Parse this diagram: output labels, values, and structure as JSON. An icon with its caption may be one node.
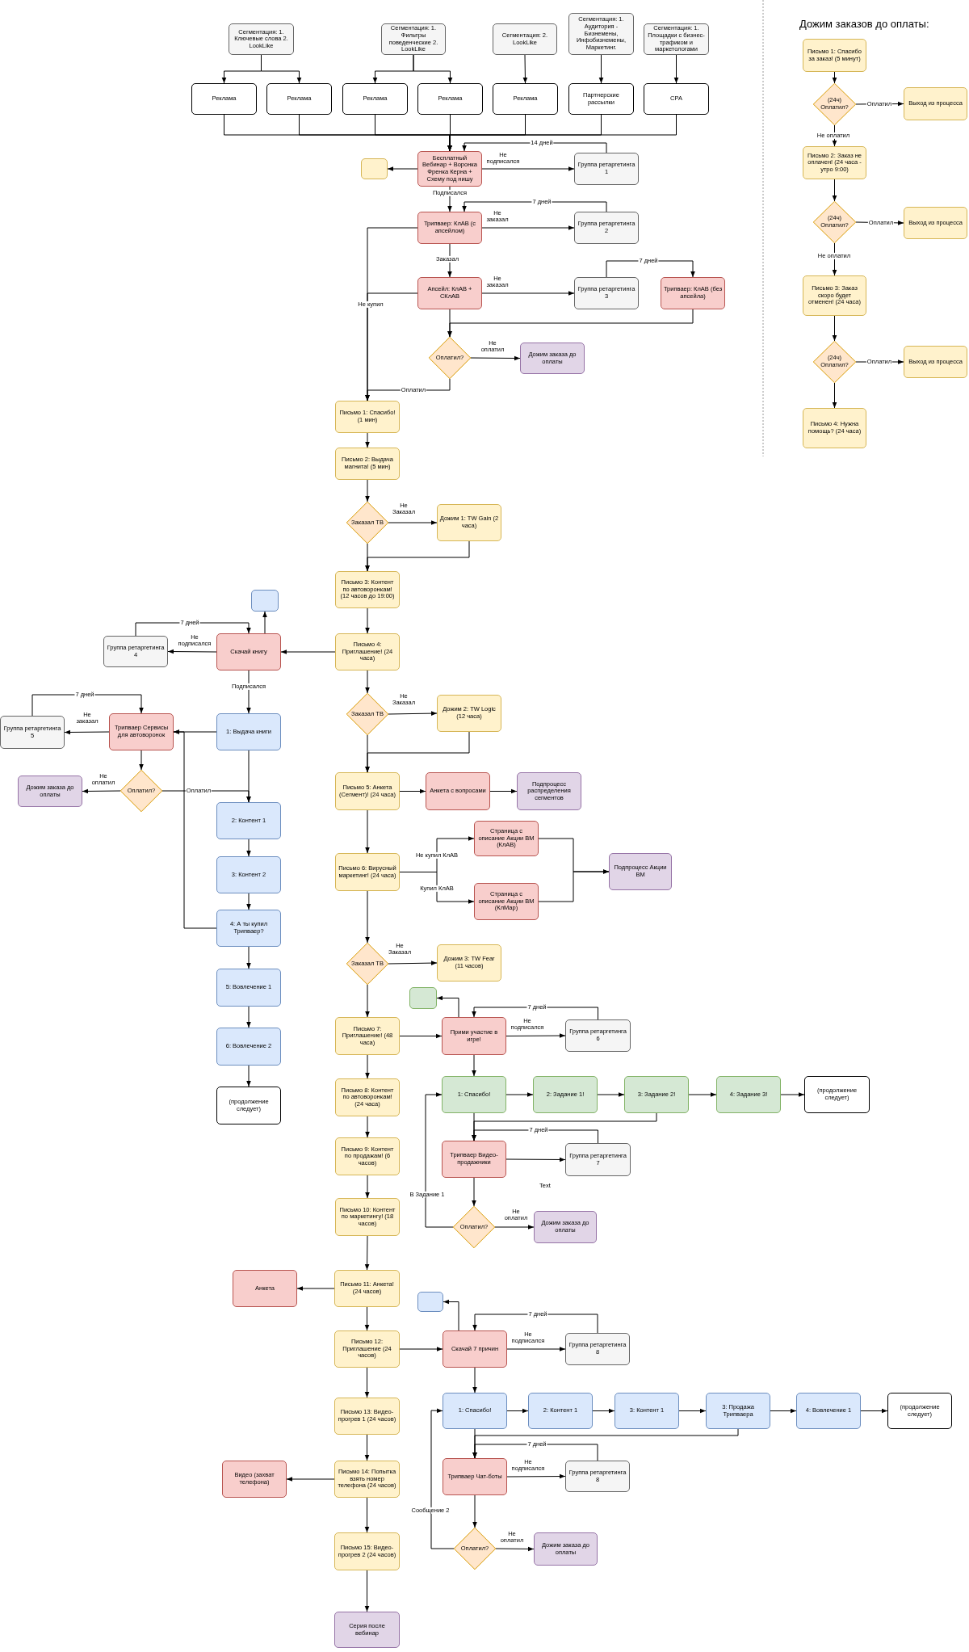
{
  "diagram": {
    "nodes": [
      {
        "text": [
          "Сегментация: 1. Ключевые слова 2. LookLike"
        ]
      },
      {
        "text": [
          "Сегментация: 1. Фильтры поведенческие 2. LookLike"
        ]
      },
      {
        "text": [
          "Сегментация: 2. LookLike"
        ]
      },
      {
        "text": [
          "Сегментация: 1. Аудитория - Бизнемены, Инфобизнемены, Маркетинг."
        ]
      },
      {
        "text": [
          "Сегментация: 1. Площадки с бизнес-трафиком и маркетологами"
        ]
      },
      {
        "text": [
          "Реклама"
        ]
      },
      {
        "text": [
          "Реклама"
        ]
      },
      {
        "text": [
          "Реклама"
        ]
      },
      {
        "text": [
          "Реклама"
        ]
      },
      {
        "text": [
          "Реклама"
        ]
      },
      {
        "text": [
          "Партнерские рассылки"
        ]
      },
      {
        "text": [
          "CPA"
        ]
      },
      {
        "text": [],
        "shape": "box"
      },
      {
        "text": [
          "Бесплатный Вебинар + Воронка Френка Керна + Схему под нишу"
        ]
      },
      {
        "text": [
          "Группа ретаргетинга 1"
        ]
      },
      {
        "text": [
          "Трипваер: КлАВ (с апсейлом)"
        ]
      },
      {
        "text": [
          "Группа ретаргетинга 2"
        ]
      },
      {
        "text": [
          "Апсейл: КлАВ + СКлАВ"
        ]
      },
      {
        "text": [
          "Группа ретаргетинга 3"
        ]
      },
      {
        "text": [
          "Трипваер: КлАВ (без апсейла)"
        ]
      },
      {
        "text": [
          "Оплатил?"
        ]
      },
      {
        "text": [
          "Дожим заказа до оплаты"
        ]
      },
      {
        "text": [
          "Письмо 1: Спасибо! (1 мин)"
        ]
      },
      {
        "text": [
          "Письмо 2: Выдача магнита! (5 мин)"
        ]
      },
      {
        "text": [
          "Заказал ТВ"
        ]
      },
      {
        "text": [
          "Дожим 1: TW Gain (2 часа)"
        ]
      },
      {
        "text": [
          "Письмо 3: Контент по автоворонкам! (12 часов до 19:00)"
        ]
      },
      {
        "text": [],
        "shape": "box"
      },
      {
        "text": [
          "Группа ретаргетинга 4"
        ]
      },
      {
        "text": [
          "Скачай книгу"
        ]
      },
      {
        "text": [
          "Письмо 4: Приглашение! (24 часа)"
        ]
      },
      {
        "text": [
          "Заказал ТВ"
        ]
      },
      {
        "text": [
          "Дожим 2: TW Logic (12 часа)"
        ]
      },
      {
        "text": [
          "Группа ретаргетинга 5"
        ]
      },
      {
        "text": [
          "Трипваер Сервисы для автоворонок"
        ]
      },
      {
        "text": [
          "1: Выдача книги"
        ]
      },
      {
        "text": [
          "Оплатил?"
        ]
      },
      {
        "text": [
          "Дожим заказа до оплаты"
        ]
      },
      {
        "text": [
          "2: Контент 1"
        ]
      },
      {
        "text": [
          "Письмо 5: Анкета (Сегмент)! (24 часа)"
        ]
      },
      {
        "text": [
          "Анкета с вопросами"
        ]
      },
      {
        "text": [
          "Подпроцесс распределения сегментов"
        ]
      },
      {
        "text": [
          "Страница с описание Акции ВМ (КлАВ)"
        ]
      },
      {
        "text": [
          "3: Контент 2"
        ]
      },
      {
        "text": [
          "Письмо 6: Вирусный маркетинг! (24 часа)"
        ]
      },
      {
        "text": [
          "Страница с описание Акции ВМ (КлМар)"
        ]
      },
      {
        "text": [
          "Подпроцесс Акции ВМ"
        ]
      },
      {
        "text": [
          "4: А ты купил Трипваер?"
        ]
      },
      {
        "text": [
          "Заказал ТВ"
        ]
      },
      {
        "text": [
          "Дожим 3: TW Fear (11 часов)"
        ]
      },
      {
        "text": [
          "5: Вовлечение 1"
        ]
      },
      {
        "text": [],
        "shape": "box"
      },
      {
        "text": [
          "Письмо 7: Приглашение! (48 часа)"
        ]
      },
      {
        "text": [
          "Прими участие в игре!"
        ]
      },
      {
        "text": [
          "Группа ретаргетинга 6"
        ]
      },
      {
        "text": [
          "6: Вовлечение 2"
        ]
      },
      {
        "text": [
          "(продолжение следует)"
        ]
      },
      {
        "text": [
          "Письмо 8: Контент по автоворонкам! (24 часа)"
        ]
      },
      {
        "text": [
          "1: Спасибо!"
        ]
      },
      {
        "text": [
          "2: Задание 1!"
        ]
      },
      {
        "text": [
          "3: Задание 2!"
        ]
      },
      {
        "text": [
          "4: Задание 3!"
        ]
      },
      {
        "text": [
          "(продолжение следует)"
        ]
      },
      {
        "text": [
          "Письмо 9: Контент по продажам! (6 часов)"
        ]
      },
      {
        "text": [
          "Трипваер Видео-продажники"
        ]
      },
      {
        "text": [
          "Группа ретаргетинга 7"
        ]
      },
      {
        "text": [
          "Письмо 10: Контент по маркетингу! (18 часов)"
        ]
      },
      {
        "text": [
          "Оплатил?"
        ]
      },
      {
        "text": [
          "Дожим заказа до оплаты"
        ]
      },
      {
        "text": [
          "Письмо 11: Анкета! (24 часов)"
        ]
      },
      {
        "text": [
          "Анкета"
        ]
      },
      {
        "text": [],
        "shape": "box"
      },
      {
        "text": [
          "Письмо 12: Приглашение (24 часов)"
        ]
      },
      {
        "text": [
          "Скачай 7 причин"
        ]
      },
      {
        "text": [
          "Группа ретаргетинга 8"
        ]
      },
      {
        "text": [
          "1: Спасибо!"
        ]
      },
      {
        "text": [
          "2: Контент 1"
        ]
      },
      {
        "text": [
          "3: Контент 1"
        ]
      },
      {
        "text": [
          "3: Продажа Трипваера"
        ]
      },
      {
        "text": [
          "4: Вовлечение 1"
        ]
      },
      {
        "text": [
          "(продолжение следует)"
        ]
      },
      {
        "text": [
          "Письмо 13: Видео-прогрев 1 (24 часов)"
        ]
      },
      {
        "text": [
          "Трипваер Чат-боты"
        ]
      },
      {
        "text": [
          "Группа ретаргетинга 8"
        ]
      },
      {
        "text": [
          "Письмо 14: Попытка взять номер телефона (24 часов)"
        ]
      },
      {
        "text": [
          "Видео (захват телефона)"
        ]
      },
      {
        "text": [
          "Оплатил?"
        ]
      },
      {
        "text": [
          "Дожим заказа до оплаты"
        ]
      },
      {
        "text": [
          "Письмо 15: Видео-прогрев 2 (24 часов)"
        ]
      },
      {
        "text": [
          "Серия после вебинар"
        ]
      },
      {
        "text": [
          "Письмо 1: Спасибо за заказ! (5 минут)"
        ]
      },
      {
        "text": [
          "(24ч) Оплатил?"
        ]
      },
      {
        "text": [
          "Выход из процесса"
        ]
      },
      {
        "text": [
          "Письмо 2: Заказ не оплачен! (24 часа - утро 9:00)"
        ]
      },
      {
        "text": [
          "(24ч) Оплатил?"
        ]
      },
      {
        "text": [
          "Выход из процесса"
        ]
      },
      {
        "text": [
          "Письмо 3: Заказ скоро будет отменен! (24 часа)"
        ]
      },
      {
        "text": [
          "(24ч) Оплатил?"
        ]
      },
      {
        "text": [
          "Выход из процесса"
        ]
      },
      {
        "text": [
          "Письмо 4: Нужна помощь? (24 часа)"
        ]
      }
    ],
    "edges": [
      {
        "from": 0,
        "to": 5,
        "arrow": "to"
      },
      {
        "from": 0,
        "to": 6,
        "arrow": "to"
      },
      {
        "from": 1,
        "to": 7,
        "arrow": "to"
      },
      {
        "from": 1,
        "to": 8,
        "arrow": "to"
      },
      {
        "from": 2,
        "to": 9,
        "arrow": "to"
      },
      {
        "from": 3,
        "to": 10,
        "arrow": "to"
      },
      {
        "from": 4,
        "to": 11,
        "arrow": "to"
      },
      {
        "from": 5,
        "to": 13,
        "arrow": "to"
      },
      {
        "from": 6,
        "to": 13,
        "arrow": "to"
      },
      {
        "from": 7,
        "to": 13,
        "arrow": "to"
      },
      {
        "from": 8,
        "to": 13,
        "arrow": "to"
      },
      {
        "from": 9,
        "to": 13,
        "arrow": "to"
      },
      {
        "from": 10,
        "to": 13,
        "arrow": "to"
      },
      {
        "from": 11,
        "to": 13,
        "arrow": "to"
      },
      {
        "from": 13,
        "to": 12,
        "arrow": "to"
      },
      {
        "from": 13,
        "to": 14,
        "arrow": "to",
        "label": "Не подписался"
      },
      {
        "from": 14,
        "to": 13,
        "arrow": "to",
        "label": "14 дней"
      },
      {
        "from": 13,
        "to": 15,
        "arrow": "to",
        "label": "Подписался"
      },
      {
        "from": 15,
        "to": 16,
        "arrow": "to",
        "label": "Не заказал"
      },
      {
        "from": 16,
        "to": 15,
        "arrow": "to",
        "label": "7 дней"
      },
      {
        "from": 15,
        "to": 17,
        "arrow": "to",
        "label": "Заказал"
      },
      {
        "from": 17,
        "to": 18,
        "arrow": "to",
        "label": "Не заказал"
      },
      {
        "from": 18,
        "to": 19,
        "arrow": "to",
        "label": "7 дней"
      },
      {
        "from": 17,
        "to": 20,
        "arrow": "to"
      },
      {
        "from": 19,
        "to": 20,
        "arrow": "to"
      },
      {
        "from": 20,
        "to": 21,
        "arrow": "to",
        "label": "Не оплатил"
      },
      {
        "from": 20,
        "to": 22,
        "arrow": "to",
        "label": "Оплатил"
      },
      {
        "from": 15,
        "to": 22,
        "arrow": "to",
        "label": "Не купил"
      },
      {
        "from": 17,
        "to": 22,
        "arrow": "to"
      },
      {
        "from": 22,
        "to": 23,
        "arrow": "to"
      },
      {
        "from": 23,
        "to": 24,
        "arrow": "to"
      },
      {
        "from": 24,
        "to": 25,
        "arrow": "to",
        "label": "Не Заказал"
      },
      {
        "from": 24,
        "to": 26,
        "arrow": "to"
      },
      {
        "from": 25,
        "to": 26,
        "arrow": "to"
      },
      {
        "from": 26,
        "to": 30,
        "arrow": "to"
      },
      {
        "from": 30,
        "to": 29,
        "arrow": "to"
      },
      {
        "from": 29,
        "to": 27,
        "arrow": "to"
      },
      {
        "from": 29,
        "to": 28,
        "arrow": "to",
        "label": "Не подписался"
      },
      {
        "from": 28,
        "to": 29,
        "arrow": "to",
        "label": "7 дней"
      },
      {
        "from": 29,
        "to": 35,
        "arrow": "to",
        "label": "Подписался"
      },
      {
        "from": 30,
        "to": 31,
        "arrow": "to"
      },
      {
        "from": 31,
        "to": 32,
        "arrow": "to",
        "label": "Не Заказал"
      },
      {
        "from": 31,
        "to": 39,
        "arrow": "to"
      },
      {
        "from": 32,
        "to": 39,
        "arrow": "to"
      },
      {
        "from": 35,
        "to": 34,
        "arrow": "to"
      },
      {
        "from": 34,
        "to": 33,
        "arrow": "to",
        "label": "Не заказал"
      },
      {
        "from": 33,
        "to": 34,
        "arrow": "to",
        "label": "7 дней"
      },
      {
        "from": 34,
        "to": 36,
        "arrow": "to"
      },
      {
        "from": 36,
        "to": 37,
        "arrow": "to",
        "label": "Не оплатил"
      },
      {
        "from": 36,
        "to": 38,
        "arrow": "to",
        "label": "Оплатил"
      },
      {
        "from": 35,
        "to": 38,
        "arrow": "to"
      },
      {
        "from": 47,
        "to": 34,
        "arrow": "to"
      },
      {
        "from": 38,
        "to": 43,
        "arrow": "to"
      },
      {
        "from": 43,
        "to": 47,
        "arrow": "to"
      },
      {
        "from": 47,
        "to": 50,
        "arrow": "to"
      },
      {
        "from": 50,
        "to": 55,
        "arrow": "to"
      },
      {
        "from": 55,
        "to": 56,
        "arrow": "to"
      },
      {
        "from": 39,
        "to": 40,
        "arrow": "to"
      },
      {
        "from": 40,
        "to": 41,
        "arrow": "to"
      },
      {
        "from": 39,
        "to": 44,
        "arrow": "to"
      },
      {
        "from": 44,
        "to": 42,
        "arrow": "to",
        "label": "Не купил КлАВ"
      },
      {
        "from": 44,
        "to": 45,
        "arrow": "to",
        "label": "Купил КлАВ"
      },
      {
        "from": 42,
        "to": 46,
        "arrow": "to"
      },
      {
        "from": 45,
        "to": 46,
        "arrow": "to"
      },
      {
        "from": 44,
        "to": 48,
        "arrow": "to"
      },
      {
        "from": 48,
        "to": 49,
        "arrow": "to",
        "label": "Не Заказал"
      },
      {
        "from": 48,
        "to": 52,
        "arrow": "to"
      },
      {
        "from": 52,
        "to": 53,
        "arrow": "to"
      },
      {
        "from": 53,
        "to": 51,
        "arrow": "to"
      },
      {
        "from": 53,
        "to": 54,
        "arrow": "to",
        "label": "Не подписался"
      },
      {
        "from": 54,
        "to": 53,
        "arrow": "to",
        "label": "7 дней"
      },
      {
        "from": 53,
        "to": 58,
        "arrow": "to"
      },
      {
        "from": 58,
        "to": 59,
        "arrow": "to"
      },
      {
        "from": 59,
        "to": 60,
        "arrow": "to"
      },
      {
        "from": 60,
        "to": 61,
        "arrow": "to"
      },
      {
        "from": 61,
        "to": 62,
        "arrow": "to"
      },
      {
        "from": 52,
        "to": 57,
        "arrow": "to"
      },
      {
        "from": 57,
        "to": 63,
        "arrow": "to"
      },
      {
        "from": 63,
        "to": 66,
        "arrow": "to"
      },
      {
        "from": 66,
        "to": 69,
        "arrow": "to"
      },
      {
        "from": 58,
        "to": 64,
        "arrow": "to"
      },
      {
        "from": 60,
        "to": 64,
        "arrow": "to"
      },
      {
        "from": 64,
        "to": 65,
        "arrow": "to"
      },
      {
        "from": 65,
        "to": 64,
        "arrow": "to",
        "label": "7 дней"
      },
      {
        "from": 64,
        "to": 67,
        "arrow": "to"
      },
      {
        "from": 67,
        "to": 68,
        "arrow": "to",
        "label": "Не оплатил"
      },
      {
        "from": 67,
        "to": 58,
        "arrow": "to",
        "label": "В Задание 1"
      },
      {
        "from": 69,
        "to": 70,
        "arrow": "to"
      },
      {
        "from": 69,
        "to": 72,
        "arrow": "to"
      },
      {
        "from": 72,
        "to": 73,
        "arrow": "to"
      },
      {
        "from": 73,
        "to": 71,
        "arrow": "to"
      },
      {
        "from": 73,
        "to": 74,
        "arrow": "to",
        "label": "Не подписался"
      },
      {
        "from": 74,
        "to": 73,
        "arrow": "to",
        "label": "7 дней"
      },
      {
        "from": 73,
        "to": 75,
        "arrow": "to"
      },
      {
        "from": 75,
        "to": 76,
        "arrow": "to"
      },
      {
        "from": 76,
        "to": 77,
        "arrow": "to"
      },
      {
        "from": 77,
        "to": 78,
        "arrow": "to"
      },
      {
        "from": 78,
        "to": 79,
        "arrow": "to"
      },
      {
        "from": 79,
        "to": 80,
        "arrow": "to"
      },
      {
        "from": 75,
        "to": 82,
        "arrow": "to"
      },
      {
        "from": 78,
        "to": 82,
        "arrow": "to"
      },
      {
        "from": 82,
        "to": 83,
        "arrow": "to",
        "label": "Не подписался"
      },
      {
        "from": 83,
        "to": 82,
        "arrow": "to",
        "label": "7 дней"
      },
      {
        "from": 82,
        "to": 86,
        "arrow": "to"
      },
      {
        "from": 86,
        "to": 87,
        "arrow": "to",
        "label": "Не оплатил"
      },
      {
        "from": 86,
        "to": 75,
        "arrow": "to",
        "label": "Сообщение 2"
      },
      {
        "from": 72,
        "to": 81,
        "arrow": "to"
      },
      {
        "from": 81,
        "to": 84,
        "arrow": "to"
      },
      {
        "from": 84,
        "to": 85,
        "arrow": "to"
      },
      {
        "from": 84,
        "to": 88,
        "arrow": "to"
      },
      {
        "from": 88,
        "to": 89,
        "arrow": "to"
      },
      {
        "from": 90,
        "to": 91,
        "arrow": "to"
      },
      {
        "from": 91,
        "to": 92,
        "arrow": "to",
        "label": "Оплатил"
      },
      {
        "from": 91,
        "to": 93,
        "arrow": "to",
        "label": "Не оплатил"
      },
      {
        "from": 93,
        "to": 94,
        "arrow": "to"
      },
      {
        "from": 94,
        "to": 95,
        "arrow": "to",
        "label": "Оплатил"
      },
      {
        "from": 94,
        "to": 96,
        "arrow": "to",
        "label": "Не оплатил"
      },
      {
        "from": 96,
        "to": 97,
        "arrow": "to"
      },
      {
        "from": 97,
        "to": 98,
        "arrow": "to",
        "label": "Оплатил"
      },
      {
        "from": 97,
        "to": 99,
        "arrow": "to"
      }
    ],
    "labels": [
      "Дожим заказов до оплаты:",
      "Text"
    ]
  }
}
